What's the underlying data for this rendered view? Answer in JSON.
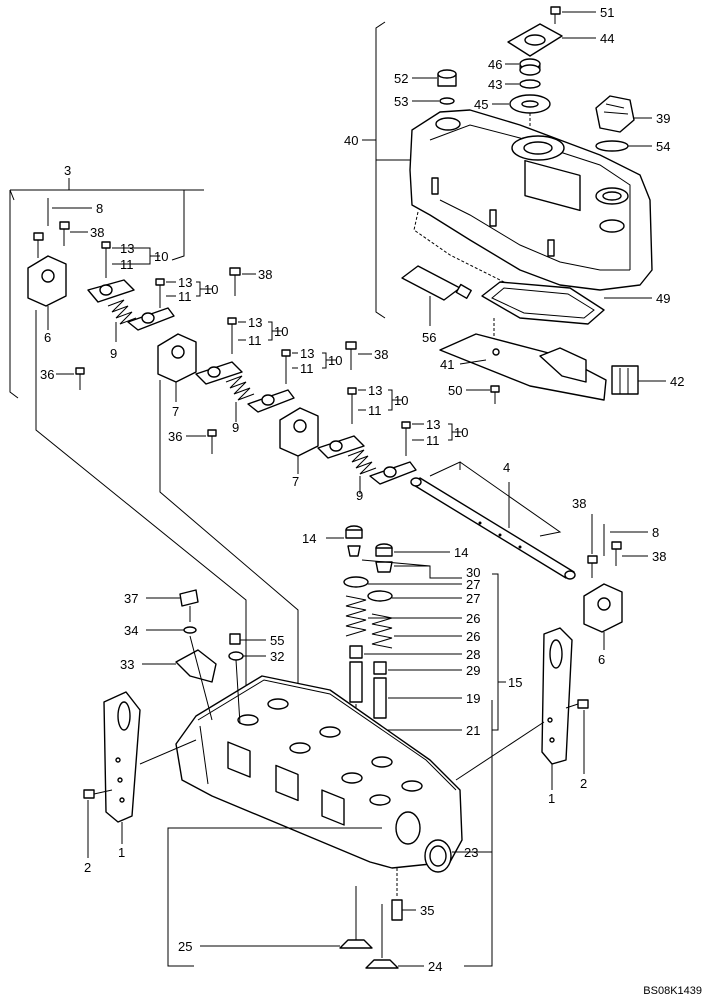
{
  "diagram": {
    "reference_code": "BS08K1439",
    "callouts": [
      {
        "id": "c51",
        "text": "51"
      },
      {
        "id": "c44",
        "text": "44"
      },
      {
        "id": "c46",
        "text": "46"
      },
      {
        "id": "c43",
        "text": "43"
      },
      {
        "id": "c45",
        "text": "45"
      },
      {
        "id": "c52",
        "text": "52"
      },
      {
        "id": "c53",
        "text": "53"
      },
      {
        "id": "c39",
        "text": "39"
      },
      {
        "id": "c54",
        "text": "54"
      },
      {
        "id": "c40",
        "text": "40"
      },
      {
        "id": "c49",
        "text": "49"
      },
      {
        "id": "c56",
        "text": "56"
      },
      {
        "id": "c41",
        "text": "41"
      },
      {
        "id": "c42",
        "text": "42"
      },
      {
        "id": "c50",
        "text": "50"
      },
      {
        "id": "c3",
        "text": "3"
      },
      {
        "id": "c8a",
        "text": "8"
      },
      {
        "id": "c38a",
        "text": "38"
      },
      {
        "id": "c13a",
        "text": "13"
      },
      {
        "id": "c11a",
        "text": "11"
      },
      {
        "id": "c10a",
        "text": "10"
      },
      {
        "id": "c13b",
        "text": "13"
      },
      {
        "id": "c11b",
        "text": "11"
      },
      {
        "id": "c10b",
        "text": "10"
      },
      {
        "id": "c38b",
        "text": "38"
      },
      {
        "id": "c6a",
        "text": "6"
      },
      {
        "id": "c9a",
        "text": "9"
      },
      {
        "id": "c36a",
        "text": "36"
      },
      {
        "id": "c7a",
        "text": "7"
      },
      {
        "id": "c13c",
        "text": "13"
      },
      {
        "id": "c11c",
        "text": "11"
      },
      {
        "id": "c10c",
        "text": "10"
      },
      {
        "id": "c13d",
        "text": "13"
      },
      {
        "id": "c11d",
        "text": "11"
      },
      {
        "id": "c10d",
        "text": "10"
      },
      {
        "id": "c38c",
        "text": "38"
      },
      {
        "id": "c9b",
        "text": "9"
      },
      {
        "id": "c13e",
        "text": "13"
      },
      {
        "id": "c11e",
        "text": "11"
      },
      {
        "id": "c10e",
        "text": "10"
      },
      {
        "id": "c36b",
        "text": "36"
      },
      {
        "id": "c7b",
        "text": "7"
      },
      {
        "id": "c13f",
        "text": "13"
      },
      {
        "id": "c11f",
        "text": "11"
      },
      {
        "id": "c10f",
        "text": "10"
      },
      {
        "id": "c9c",
        "text": "9"
      },
      {
        "id": "c4",
        "text": "4"
      },
      {
        "id": "c38d",
        "text": "38"
      },
      {
        "id": "c8b",
        "text": "8"
      },
      {
        "id": "c38e",
        "text": "38"
      },
      {
        "id": "c6b",
        "text": "6"
      },
      {
        "id": "c14a",
        "text": "14"
      },
      {
        "id": "c14b",
        "text": "14"
      },
      {
        "id": "c30",
        "text": "30"
      },
      {
        "id": "c27a",
        "text": "27"
      },
      {
        "id": "c27b",
        "text": "27"
      },
      {
        "id": "c26a",
        "text": "26"
      },
      {
        "id": "c26b",
        "text": "26"
      },
      {
        "id": "c28",
        "text": "28"
      },
      {
        "id": "c29",
        "text": "29"
      },
      {
        "id": "c15",
        "text": "15"
      },
      {
        "id": "c19",
        "text": "19"
      },
      {
        "id": "c21",
        "text": "21"
      },
      {
        "id": "c37",
        "text": "37"
      },
      {
        "id": "c34",
        "text": "34"
      },
      {
        "id": "c55",
        "text": "55"
      },
      {
        "id": "c32",
        "text": "32"
      },
      {
        "id": "c33",
        "text": "33"
      },
      {
        "id": "c23",
        "text": "23"
      },
      {
        "id": "c35",
        "text": "35"
      },
      {
        "id": "c25",
        "text": "25"
      },
      {
        "id": "c24",
        "text": "24"
      },
      {
        "id": "c1a",
        "text": "1"
      },
      {
        "id": "c2a",
        "text": "2"
      },
      {
        "id": "c1b",
        "text": "1"
      },
      {
        "id": "c2b",
        "text": "2"
      }
    ]
  }
}
